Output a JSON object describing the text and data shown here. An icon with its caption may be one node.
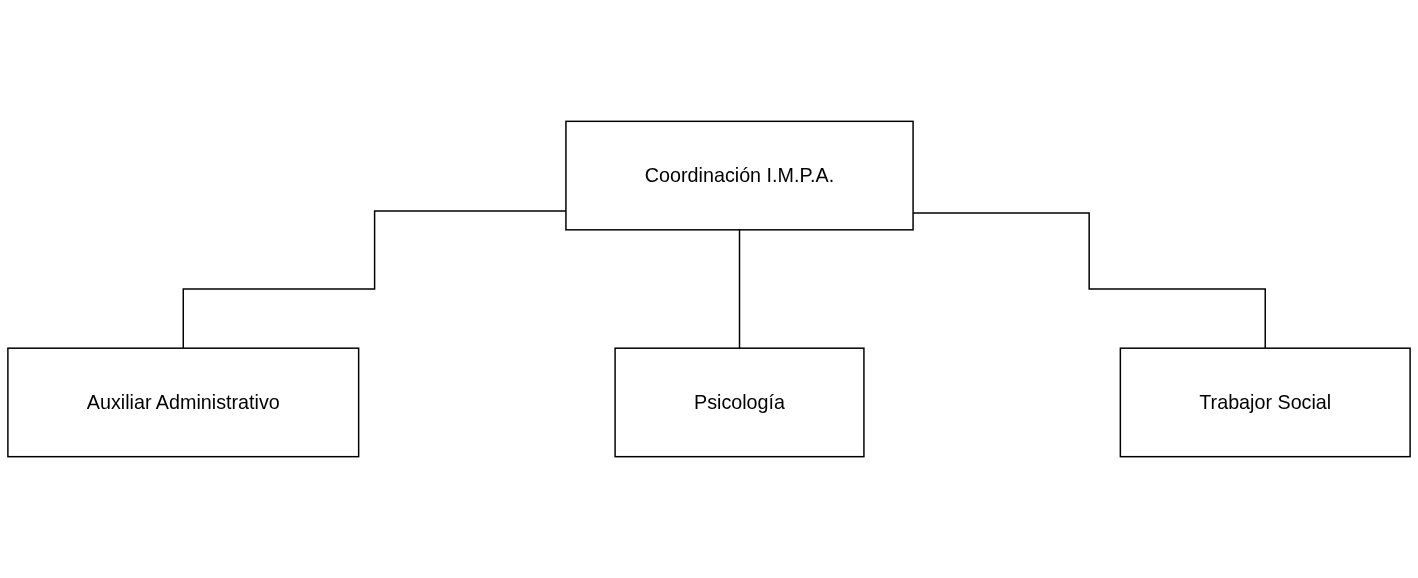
{
  "diagram": {
    "nodes": [
      {
        "text": [
          "Coordinación I.M.P.A."
        ]
      },
      {
        "text": [
          "Auxiliar Administrativo"
        ]
      },
      {
        "text": [
          "Psicología"
        ]
      },
      {
        "text": [
          "Trabajor Social"
        ]
      }
    ],
    "edges": [
      {
        "from": 0,
        "to": 1,
        "arrow": "none"
      },
      {
        "from": 0,
        "to": 2,
        "arrow": "none"
      },
      {
        "from": 0,
        "to": 3,
        "arrow": "none"
      }
    ]
  }
}
